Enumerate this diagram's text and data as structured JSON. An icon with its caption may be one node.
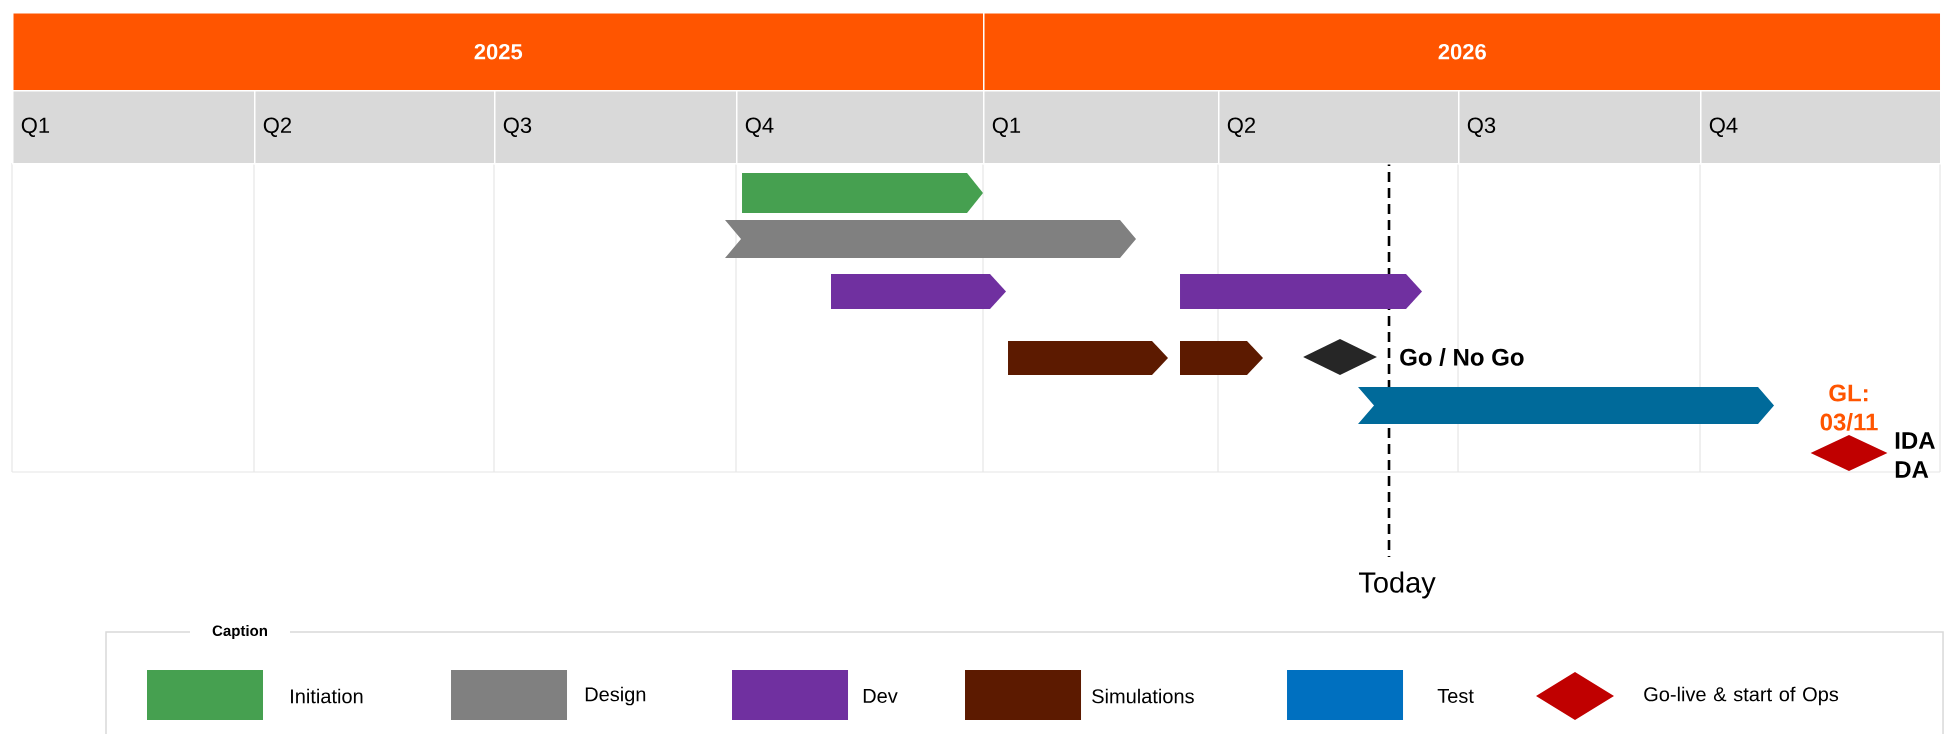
{
  "diagram": {
    "nodes": [
      {
        "text": [
          "2025"
        ]
      },
      {
        "text": [
          "2026"
        ]
      },
      {
        "text": [
          "Q1"
        ]
      },
      {
        "text": [
          "Q2"
        ]
      },
      {
        "text": [
          "Q3"
        ]
      },
      {
        "text": [
          "Q4"
        ]
      },
      {
        "text": [
          "Q1"
        ]
      },
      {
        "text": [
          "Q2"
        ]
      },
      {
        "text": [
          "Q3"
        ]
      },
      {
        "text": [
          "Q4"
        ]
      },
      {
        "text": [],
        "shape": "bar"
      },
      {
        "text": [],
        "shape": "bar"
      },
      {
        "text": [],
        "shape": "bar"
      },
      {
        "text": [],
        "shape": "bar"
      },
      {
        "text": [],
        "shape": "bar"
      },
      {
        "text": [],
        "shape": "bar"
      },
      {
        "text": [],
        "shape": "diamond",
        "beside": [
          "Go / No Go"
        ]
      },
      {
        "text": [],
        "shape": "bar"
      },
      {
        "text": [],
        "shape": "diamond",
        "beside": [
          "GL: 03/11",
          "IDA DA"
        ]
      }
    ],
    "labels": [
      "Today",
      "Caption"
    ],
    "legend": [
      {
        "text": "Initiation",
        "color": "#46a050"
      },
      {
        "text": "Design",
        "color": "#808080"
      },
      {
        "text": "Dev",
        "color": "#7030a0"
      },
      {
        "text": "Simulations",
        "color": "#5c1a00"
      },
      {
        "text": "Test",
        "color": "#0070c0"
      },
      {
        "text": "Go-live & start of Ops"
      }
    ]
  }
}
